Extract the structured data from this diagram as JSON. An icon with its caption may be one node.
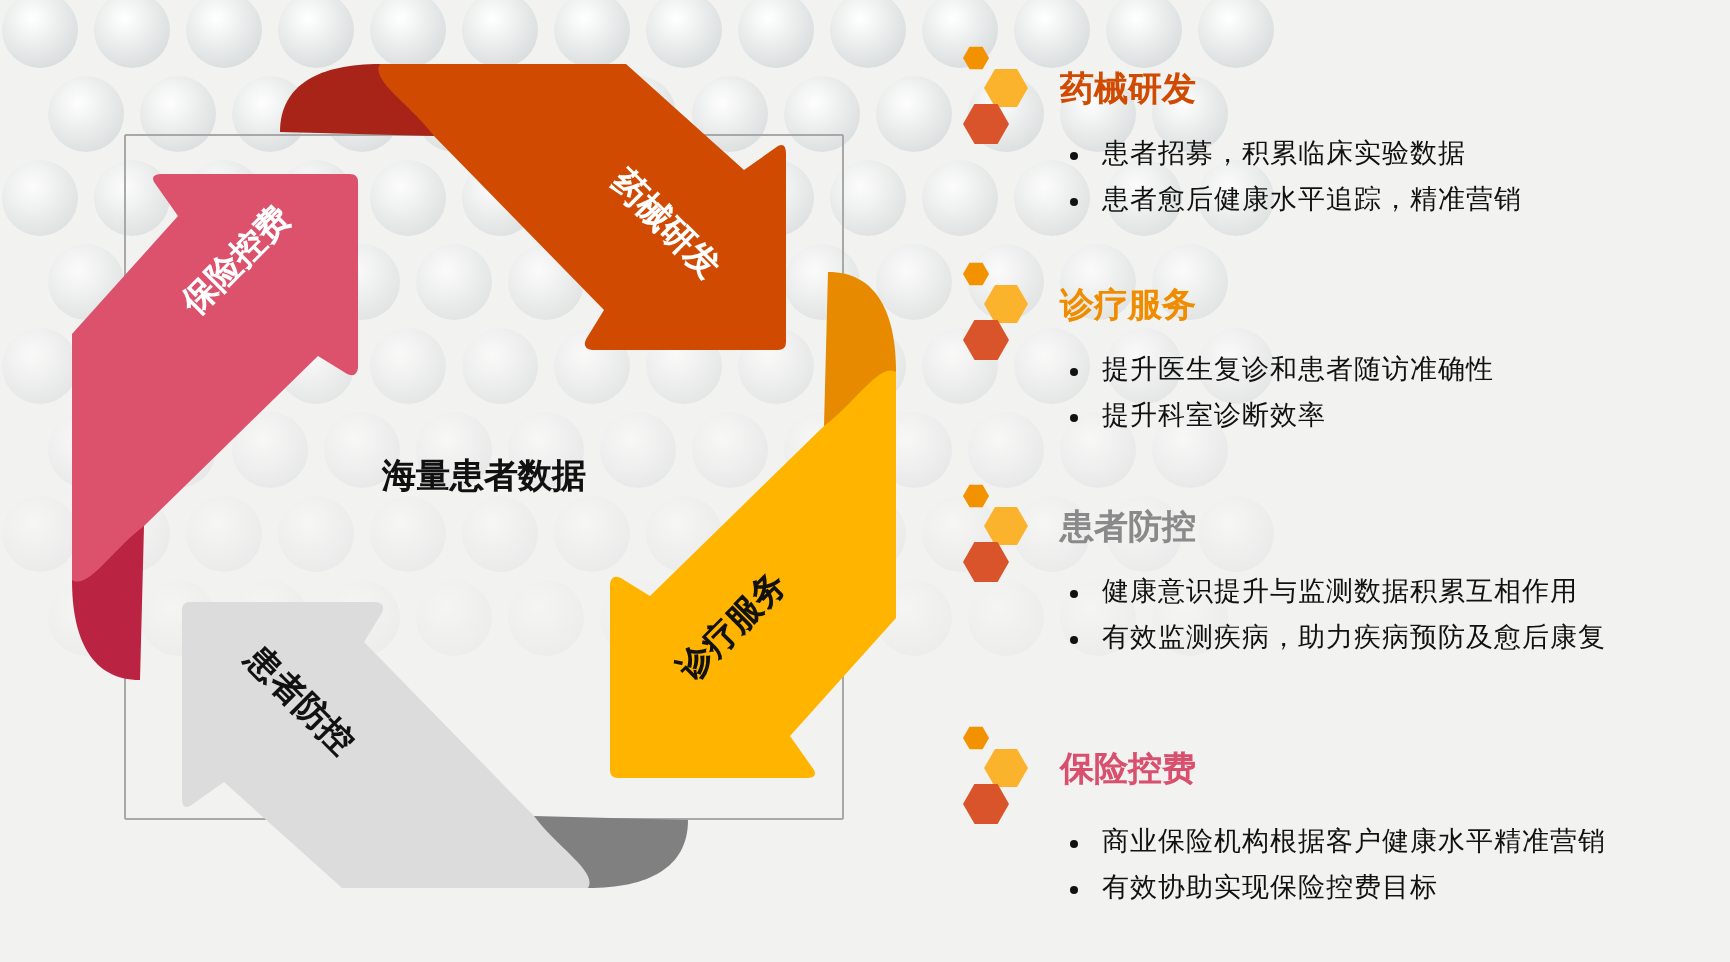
{
  "diagram": {
    "nodes": [
      {
        "text": [
          "海量患者数据"
        ]
      },
      {
        "text": [
          "药械研发"
        ]
      },
      {
        "text": [
          "诊疗服务"
        ]
      },
      {
        "text": [
          "患者防控"
        ]
      },
      {
        "text": [
          "保险控费"
        ]
      }
    ],
    "labels": [
      "药械研发",
      "患者招募，积累临床实验数据",
      "患者愈后健康水平追踪，精准营销",
      "诊疗服务",
      "提升医生复诊和患者随访准确性",
      "提升科室诊断效率",
      "患者防控",
      "健康意识提升与监测数据积累互相作用",
      "有效监测疾病，助力疾病预防及愈后康复",
      "保险控费",
      "商业保险机构根据客户健康水平精准营销",
      "有效协助实现保险控费目标"
    ]
  }
}
